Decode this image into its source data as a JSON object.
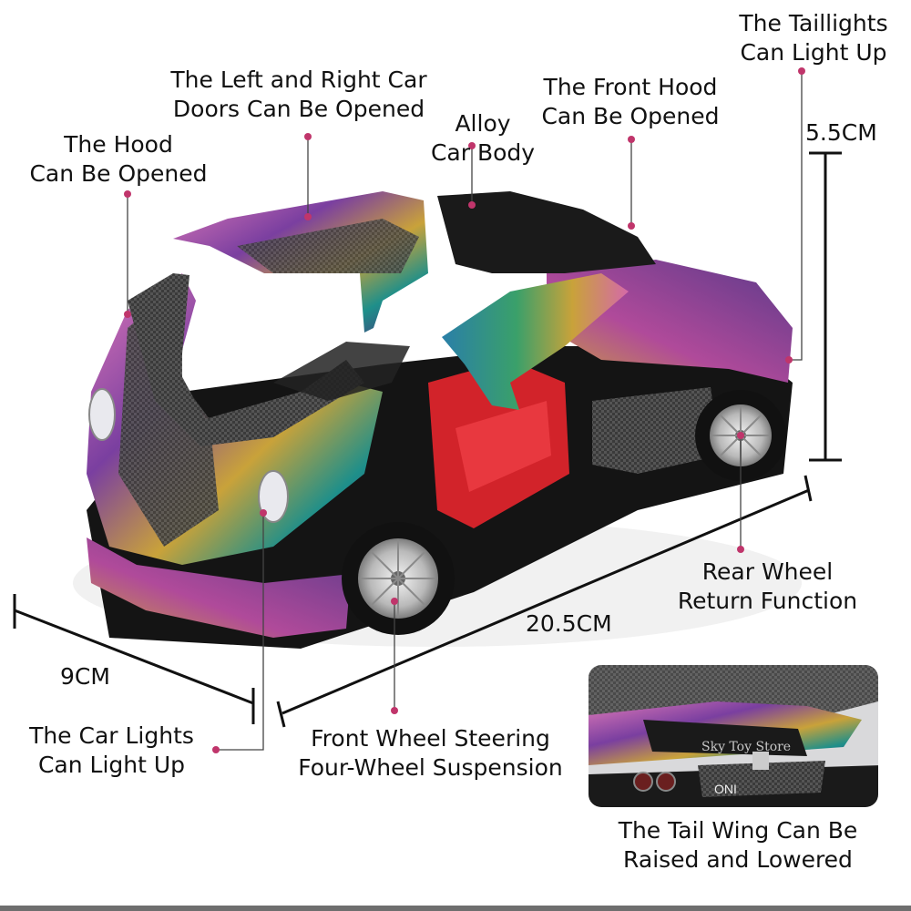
{
  "callouts": {
    "doors": "The Left and Right Car\nDoors Can Be Opened",
    "hood": "The Hood\nCan Be Opened",
    "alloy": "Alloy\nCar Body",
    "front_hood": "The Front Hood\nCan Be Opened",
    "taillights": "The Taillights\nCan Light Up",
    "rear_wheel": "Rear Wheel\nReturn Function",
    "car_lights": "The Car Lights\nCan Light Up",
    "front_wheel": "Front Wheel Steering\nFour-Wheel Suspension",
    "tail_wing": "The Tail Wing Can Be\nRaised and Lowered"
  },
  "dimensions": {
    "height": "5.5CM",
    "length": "20.5CM",
    "width": "9CM"
  },
  "inset": {
    "watermark": "Sky Toy Store",
    "badge": "ONI"
  },
  "colors": {
    "callout_dot": "#c0356b",
    "body_purple": "#7a3fa0",
    "body_pink": "#d46aa8",
    "body_gold": "#c9a23a",
    "body_teal": "#1e8f8a",
    "interior_red": "#d2232a",
    "carbon": "#3a3a3a"
  }
}
